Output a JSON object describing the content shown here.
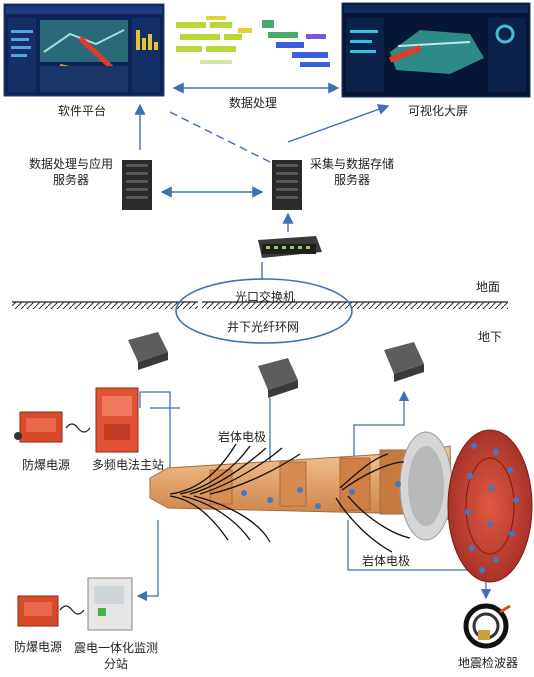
{
  "labels": {
    "software_platform": "软件平台",
    "data_processing": "数据处理",
    "visual_screen": "可视化大屏",
    "app_server": "数据处理与应用\n服务器",
    "storage_server": "采集与数据存储\n服务器",
    "ground": "地面",
    "underground": "地下",
    "optical_switch": "光口交换机",
    "fiber_ring": "井下光纤环网",
    "power_supply_1": "防爆电源",
    "multi_freq_host": "多频电法主站",
    "rock_electrode_1": "岩体电极",
    "rock_electrode_2": "岩体电极",
    "power_supply_2": "防爆电源",
    "seismic_substation": "震电一体化监测\n分站",
    "geophone": "地震检波器"
  },
  "colors": {
    "arrow": "#3f6fb5",
    "panel_dark": "#0d1f4a",
    "box_red": "#d94a2b",
    "tbm_orange": "#e89a5a",
    "cutter_red": "#b8322a"
  }
}
